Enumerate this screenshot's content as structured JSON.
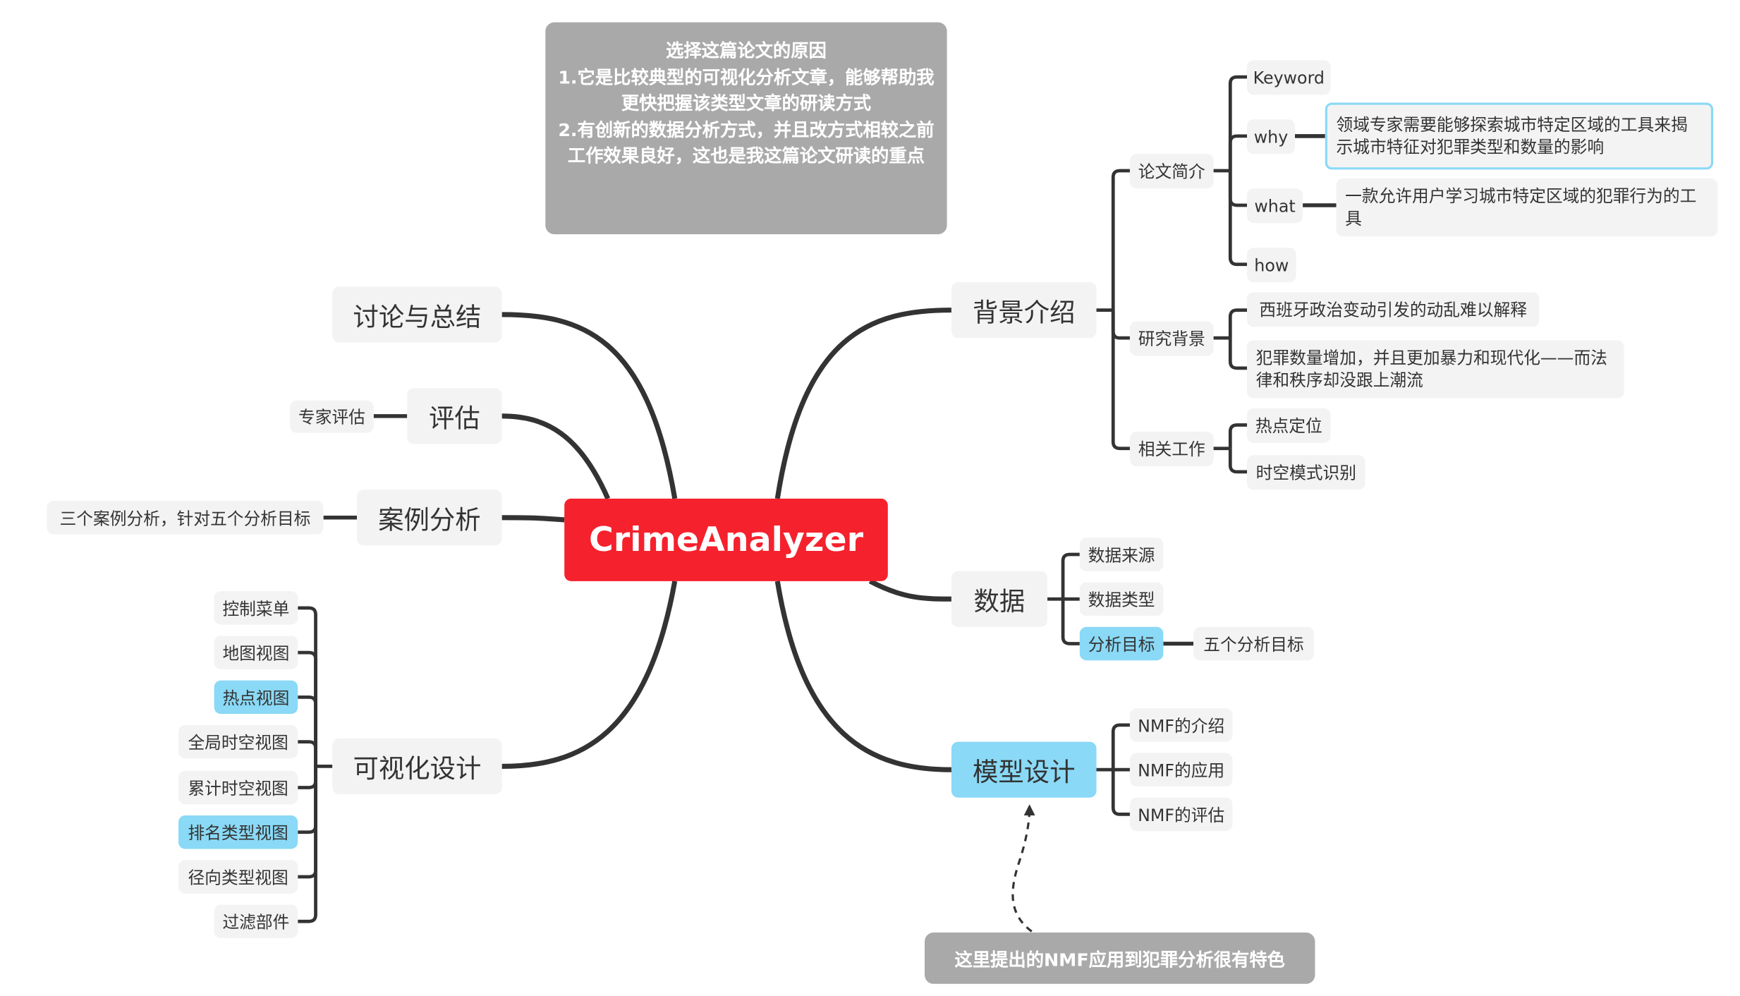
{
  "colors": {
    "central": "#f5212d",
    "highlight": "#8ad9f6",
    "note": "#a9a9a9",
    "line": "#333333"
  },
  "central": "CrimeAnalyzer",
  "top_note": {
    "lines": [
      "选择这篇论文的原因",
      "1.它是比较典型的可视化分析文章，能够帮助我更快把握该类型文章的研读方式",
      "2.有创新的数据分析方式，并且改方式相较之前工作效果良好，这也是我这篇论文研读的重点"
    ]
  },
  "bottom_note": "这里提出的NMF应用到犯罪分析很有特色",
  "right": {
    "background": {
      "label": "背景介绍",
      "intro": {
        "label": "论文简介",
        "keyword": "Keyword",
        "why": "why",
        "why_desc": "领域专家需要能够探索城市特定区域的工具来揭示城市特征对犯罪类型和数量的影响",
        "what": "what",
        "what_desc": "一款允许用户学习城市特定区域的犯罪行为的工具",
        "how": "how"
      },
      "research": {
        "label": "研究背景",
        "items": [
          "西班牙政治变动引发的动乱难以解释",
          "犯罪数量增加，并且更加暴力和现代化——而法律和秩序却没跟上潮流"
        ]
      },
      "related": {
        "label": "相关工作",
        "items": [
          "热点定位",
          "时空模式识别"
        ]
      }
    },
    "data": {
      "label": "数据",
      "items": [
        "数据来源",
        "数据类型",
        "分析目标"
      ],
      "goal_detail": "五个分析目标"
    },
    "model": {
      "label": "模型设计",
      "items": [
        "NMF的介绍",
        "NMF的应用",
        "NMF的评估"
      ]
    }
  },
  "left": {
    "discussion": {
      "label": "讨论与总结"
    },
    "evaluation": {
      "label": "评估",
      "child": "专家评估"
    },
    "cases": {
      "label": "案例分析",
      "child": "三个案例分析，针对五个分析目标"
    },
    "visual": {
      "label": "可视化设计",
      "items": [
        "控制菜单",
        "地图视图",
        "热点视图",
        "全局时空视图",
        "累计时空视图",
        "排名类型视图",
        "径向类型视图",
        "过滤部件"
      ]
    }
  }
}
